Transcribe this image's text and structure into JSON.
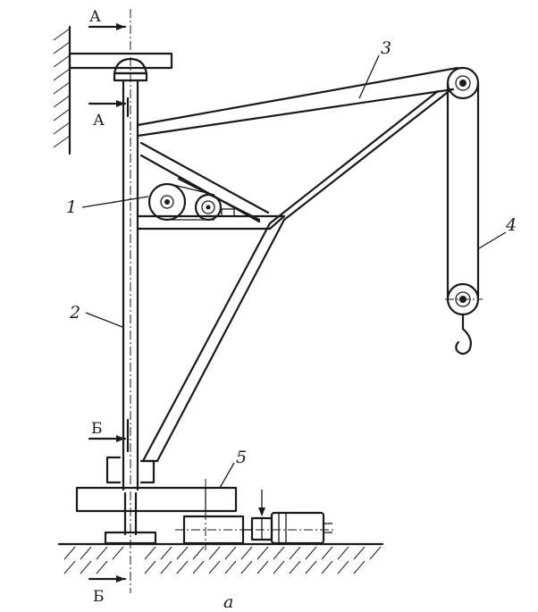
{
  "labels": {
    "part1": "1",
    "part2": "2",
    "part3": "3",
    "part4": "4",
    "part5": "5",
    "section_a": "А",
    "section_b": "Б",
    "caption": "а"
  }
}
